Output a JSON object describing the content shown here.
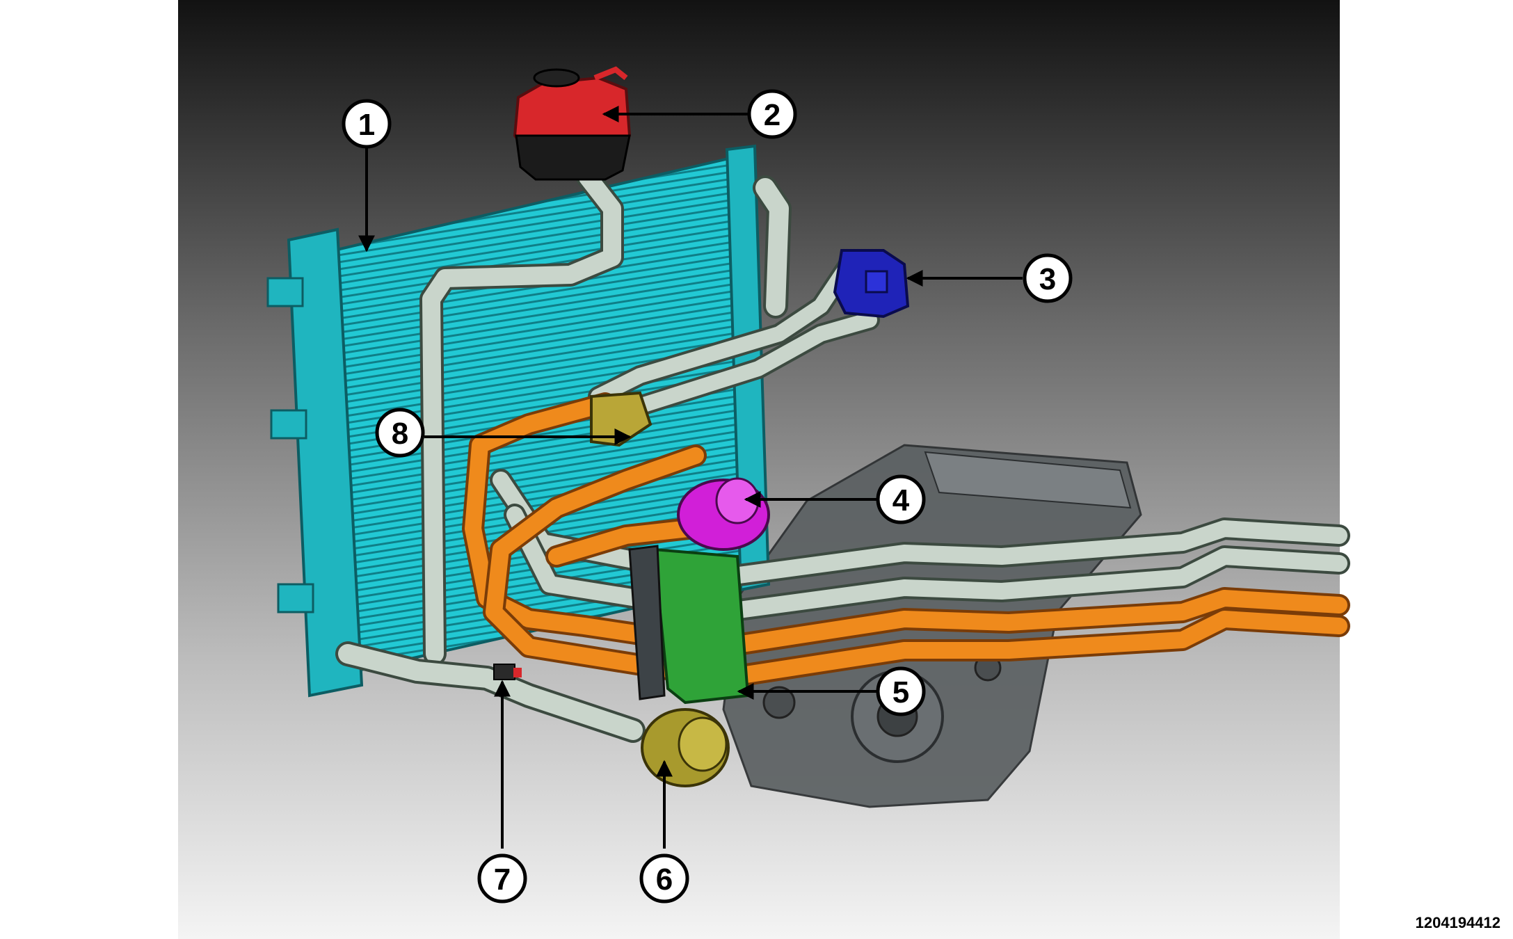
{
  "figure_id": "1204194412",
  "callouts": [
    {
      "label": "1"
    },
    {
      "label": "2"
    },
    {
      "label": "3"
    },
    {
      "label": "4"
    },
    {
      "label": "5"
    },
    {
      "label": "6"
    },
    {
      "label": "7"
    },
    {
      "label": "8"
    }
  ],
  "colors": {
    "radiator": "#22c9d4",
    "reservoir": "#d8272b",
    "valve_3": "#1f23b8",
    "pump_4": "#d11fd8",
    "module_5": "#2fa338",
    "pump_6": "#a89a2d",
    "hose_white": "#c9d5cb",
    "hose_orange": "#ef8a1c",
    "motor": "#555a5c"
  }
}
